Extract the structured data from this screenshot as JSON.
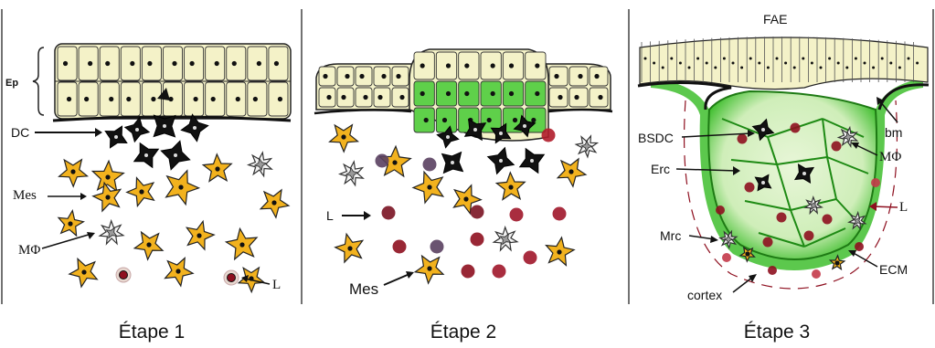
{
  "stages": [
    {
      "caption": "Étape 1",
      "labels": {
        "ep": "Ep",
        "dc": "DC",
        "mes": "Mes",
        "mphi": "MΦ",
        "l": "L"
      }
    },
    {
      "caption": "Étape 2",
      "labels": {
        "l": "L",
        "mes": "Mes"
      }
    },
    {
      "caption": "Étape 3",
      "labels": {
        "fae": "FAE",
        "bsdc": "BSDC",
        "bm": "bm",
        "mphi": "MΦ",
        "erc": "Erc",
        "l": "L",
        "mrc": "Mrc",
        "ecm": "ECM",
        "cortex": "cortex"
      }
    }
  ],
  "colors": {
    "epithelium": "#f4f2c8",
    "dendritic_cell": "#111111",
    "mesenchymal": "#f2b21e",
    "lymphocyte": "#8e0f1f",
    "follicle_green": "#3fbe2e",
    "macrophage": "#9a9a9a"
  }
}
